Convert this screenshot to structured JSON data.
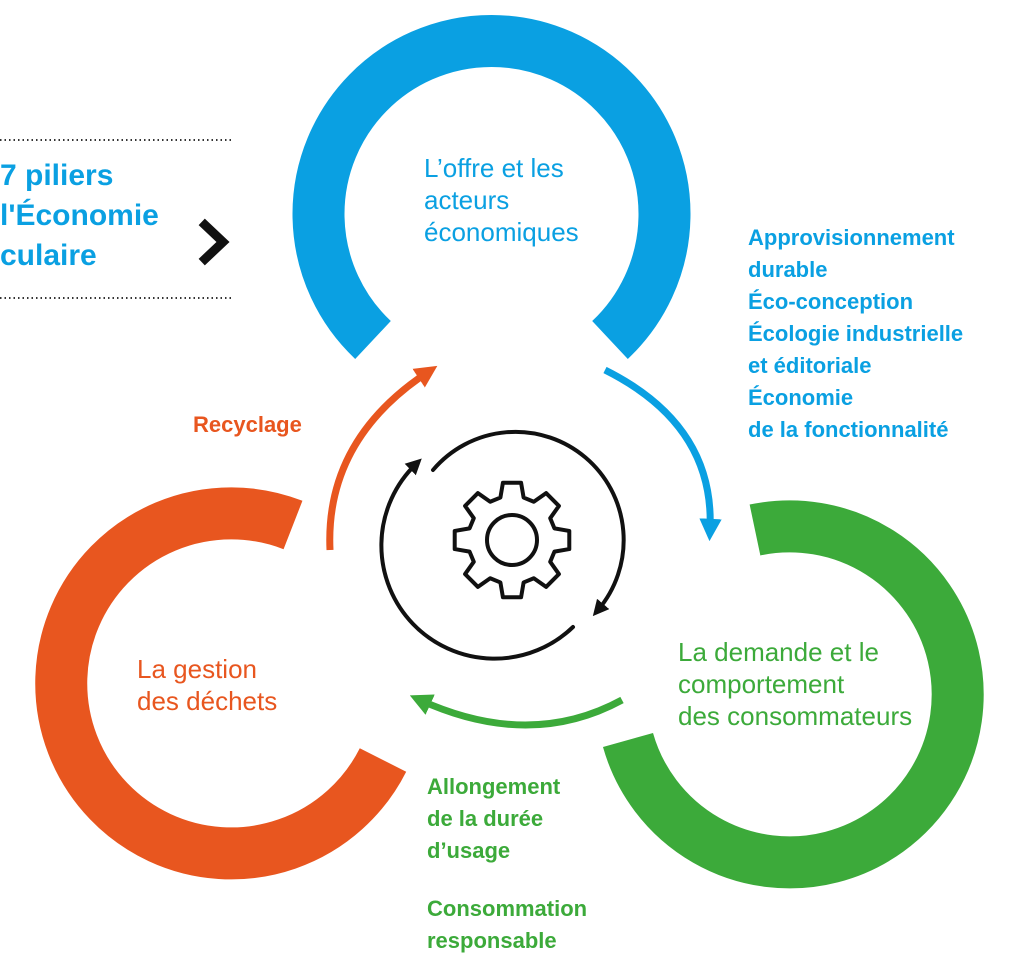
{
  "colors": {
    "blue": "#0AA0E2",
    "green": "#3CAA3A",
    "orange": "#E8561F",
    "black": "#111111"
  },
  "title": {
    "line1": "7 piliers",
    "line2": "l'Économie",
    "line3": "culaire"
  },
  "rings": {
    "blue": {
      "line1": "L’offre et les",
      "line2": "acteurs",
      "line3": "économiques"
    },
    "green": {
      "line1": "La demande et le",
      "line2": "comportement",
      "line3": "des consommateurs"
    },
    "orange": {
      "line1": "La gestion",
      "line2": "des déchets"
    }
  },
  "pillars": {
    "supply": {
      "p1a": "Approvisionnement",
      "p1b": "durable",
      "p2": "Éco-conception",
      "p3a": "Écologie industrielle",
      "p3b": "et éditoriale",
      "p4a": "Économie",
      "p4b": "de la fonctionnalité"
    },
    "demand": {
      "p1a": "Allongement",
      "p1b": "de la durée",
      "p1c": "d’usage",
      "p2a": "Consommation",
      "p2b": "responsable"
    },
    "waste": {
      "p1": "Recyclage"
    }
  },
  "icons": {
    "center": "gear-cycle-icon",
    "title_arrow": "chevron-right-icon"
  }
}
